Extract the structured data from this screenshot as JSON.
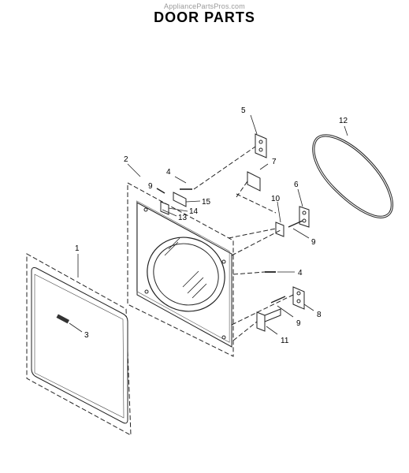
{
  "header": {
    "watermark": "AppliancePartsPros.com",
    "title": "DOOR PARTS"
  },
  "callouts": {
    "c1": "1",
    "c2": "2",
    "c3": "3",
    "c4a": "4",
    "c4b": "4",
    "c5": "5",
    "c6": "6",
    "c7": "7",
    "c8": "8",
    "c9a": "9",
    "c9b": "9",
    "c9c": "9",
    "c10": "10",
    "c11": "11",
    "c12": "12",
    "c13": "13",
    "c14": "14",
    "c15": "15"
  }
}
